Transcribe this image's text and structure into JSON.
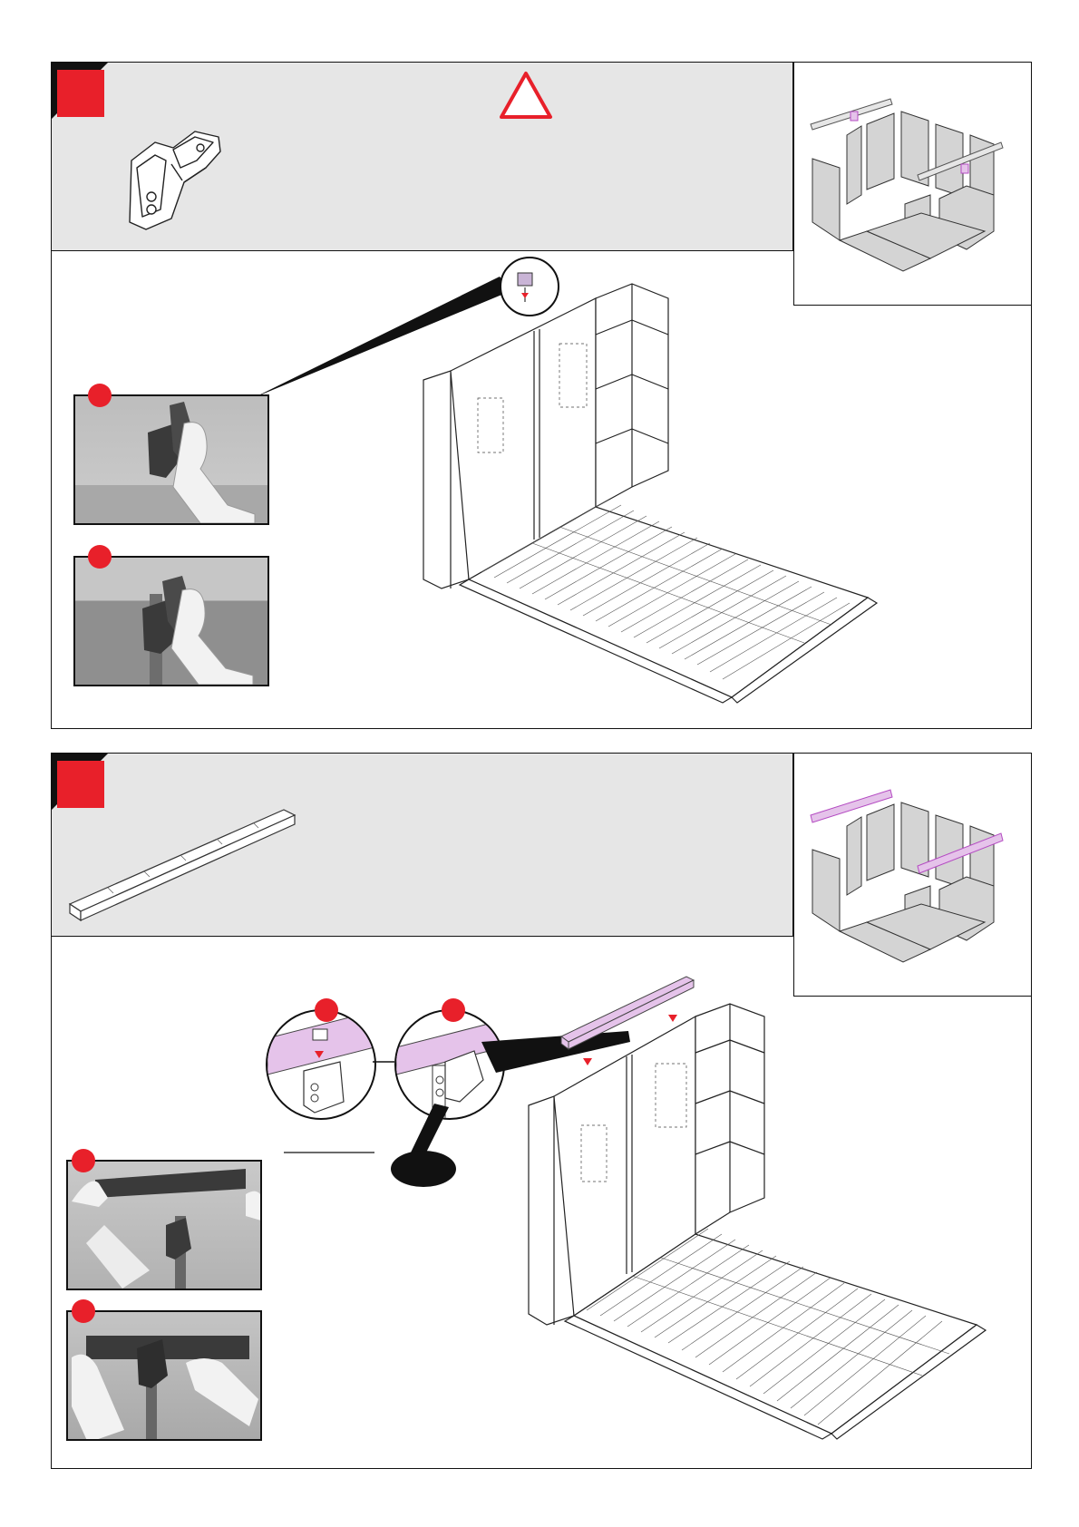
{
  "page": {
    "background": "#ffffff",
    "accent": "#e8202a",
    "highlight": "#e5c3ea",
    "header_bg": "#e6e6e6"
  },
  "step1": {
    "warning_icon": "warning-triangle-icon",
    "part_icon": "corner-bracket-icon",
    "photos": [
      "photo-1",
      "photo-2"
    ]
  },
  "step2": {
    "part_icon": "roof-beam-icon",
    "callouts": [
      "callout-1",
      "callout-2"
    ],
    "photos": [
      "photo-1",
      "photo-2"
    ]
  }
}
